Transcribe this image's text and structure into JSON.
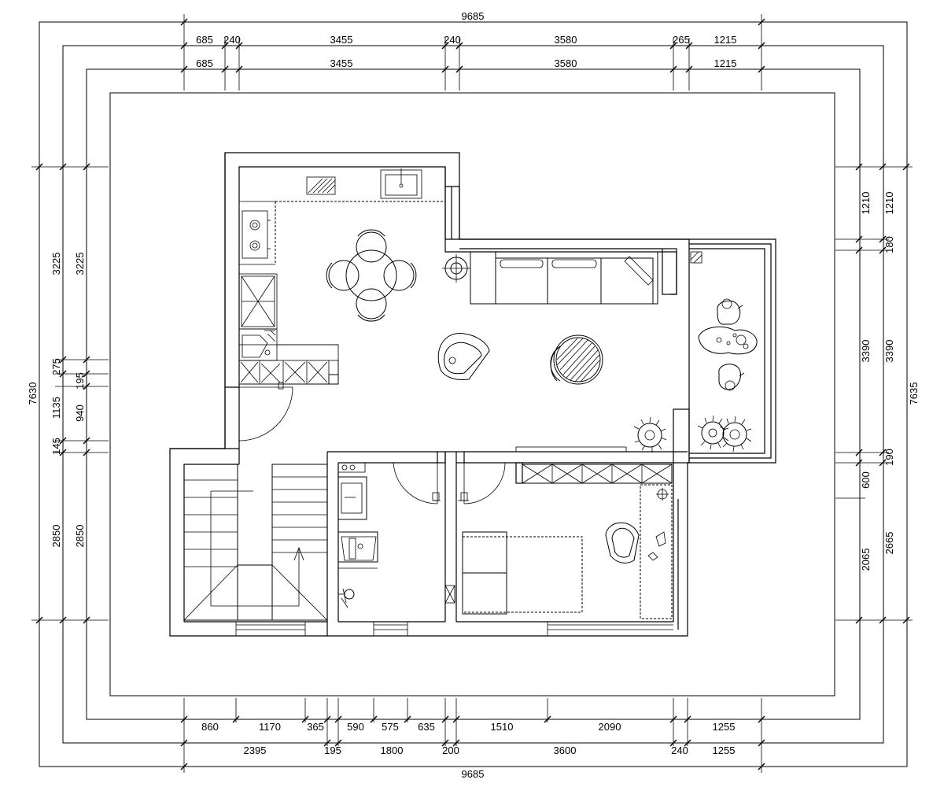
{
  "dimensions": {
    "top_total": "9685",
    "top_row1": [
      "685",
      "240",
      "3455",
      "240",
      "3580",
      "265",
      "1215"
    ],
    "top_row2": [
      "685",
      "3455",
      "3580",
      "1215"
    ],
    "bottom_row1": [
      "860",
      "1170",
      "365",
      "590",
      "575",
      "635",
      "1510",
      "2090",
      "1255"
    ],
    "bottom_row2": [
      "2395",
      "195",
      "1800",
      "200",
      "3600",
      "240",
      "1255"
    ],
    "bottom_total": "9685",
    "left_total": "7630",
    "left_outer": [
      "3225",
      "275",
      "1135",
      "145",
      "2850"
    ],
    "left_inner": [
      "3225",
      "195",
      "940",
      "2850"
    ],
    "right_total": "7635",
    "right_outer": [
      "1210",
      "3390",
      "190",
      "2665"
    ],
    "right_inner": [
      "1210",
      "180",
      "600",
      "2065"
    ]
  },
  "line_color": "#000000",
  "background_color": "#ffffff"
}
